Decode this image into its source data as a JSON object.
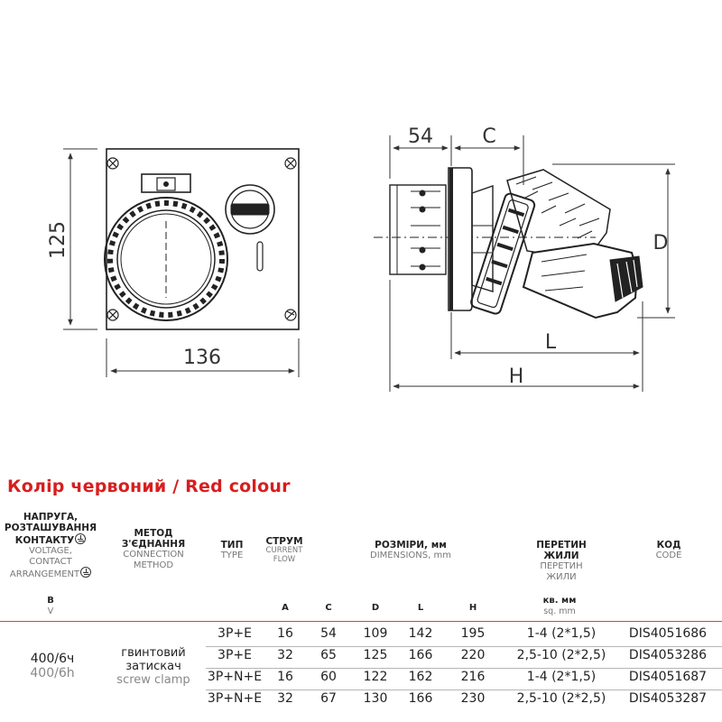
{
  "dimensions": {
    "width_label": "136",
    "height_label": "125",
    "side_a": "54",
    "side_c": "C",
    "side_d": "D",
    "side_l": "L",
    "side_h": "H"
  },
  "title": "Колір червоний / Red colour",
  "headers": {
    "voltage_ua_1": "НАПРУГА,",
    "voltage_ua_2": "РОЗТАШУВАННЯ",
    "voltage_ua_3": "КОНТАКТУ",
    "voltage_en_1": "VOLTAGE,",
    "voltage_en_2": "CONTACT",
    "voltage_en_3": "ARRANGEMENT",
    "method_ua_1": "МЕТОД",
    "method_ua_2": "З'ЄДНАННЯ",
    "method_en_1": "CONNECTION",
    "method_en_2": "METHOD",
    "type_ua": "ТИП",
    "type_en": "TYPE",
    "current_ua": "СТРУМ",
    "current_en_1": "CURRENT",
    "current_en_2": "FLOW",
    "dims_ua": "РОЗМІРИ, мм",
    "dims_en": "DIMENSIONS, mm",
    "section_ua_1": "ПЕРЕТИН",
    "section_ua_2": "ЖИЛИ",
    "section_en_1": "ПЕРЕТИН",
    "section_en_2": "ЖИЛИ",
    "code_ua": "КОД",
    "code_en": "CODE"
  },
  "subheaders": {
    "volt_ua": "В",
    "volt_en": "V",
    "amp": "A",
    "c": "C",
    "d": "D",
    "l": "L",
    "h": "H",
    "sq_ua": "кв. мм",
    "sq_en": "sq. mm"
  },
  "group": {
    "voltage_ua": "400/6ч",
    "voltage_en": "400/6h",
    "method_ua_1": "гвинтовий",
    "method_ua_2": "затискач",
    "method_en": "screw clamp"
  },
  "rows": [
    {
      "type": "3P+E",
      "current": "16",
      "c": "54",
      "d": "109",
      "l": "142",
      "h": "195",
      "section": "1-4 (2*1,5)",
      "code": "DIS4051686"
    },
    {
      "type": "3P+E",
      "current": "32",
      "c": "65",
      "d": "125",
      "l": "166",
      "h": "220",
      "section": "2,5-10 (2*2,5)",
      "code": "DIS4053286"
    },
    {
      "type": "3P+N+E",
      "current": "16",
      "c": "60",
      "d": "122",
      "l": "162",
      "h": "216",
      "section": "1-4 (2*1,5)",
      "code": "DIS4051687"
    },
    {
      "type": "3P+N+E",
      "current": "32",
      "c": "67",
      "d": "130",
      "l": "166",
      "h": "230",
      "section": "2,5-10 (2*2,5)",
      "code": "DIS4053287"
    }
  ]
}
